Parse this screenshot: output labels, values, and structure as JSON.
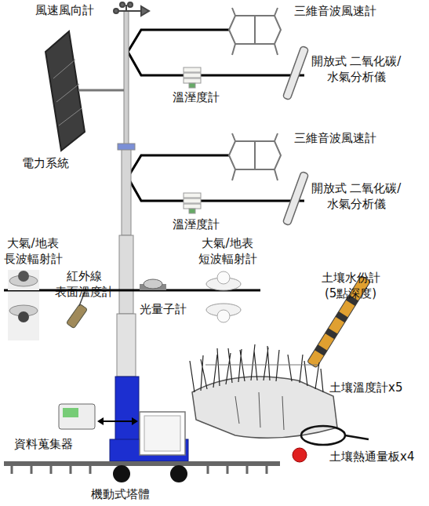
{
  "diagram": {
    "labels": [
      "風速風向計",
      "三維音波風速計",
      "開放式 二氧化碳/水氣分析儀",
      "溫溼度計",
      "電力系統",
      "三維音波風速計",
      "開放式 二氧化碳/水氣分析儀",
      "溫溼度計",
      "大氣/地表 長波輻射計",
      "大氣/地表 短波輻射計",
      "紅外線 表面溫度計",
      "光量子計",
      "土壤水份計 (5點深度)",
      "土壤溫度計x5",
      "資料蒐集器",
      "土壤熱通量板x4",
      "機動式塔體"
    ]
  }
}
